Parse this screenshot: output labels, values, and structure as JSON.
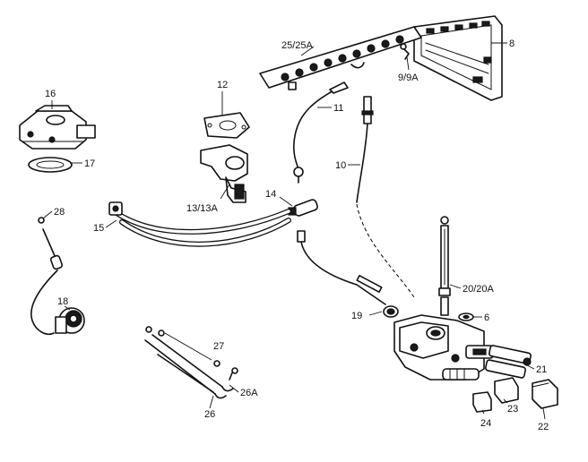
{
  "callouts": [
    {
      "id": "c8",
      "text": "8"
    },
    {
      "id": "c25",
      "text": "25/25A"
    },
    {
      "id": "c9",
      "text": "9/9A"
    },
    {
      "id": "c16",
      "text": "16"
    },
    {
      "id": "c12",
      "text": "12"
    },
    {
      "id": "c11",
      "text": "11"
    },
    {
      "id": "c17",
      "text": "17"
    },
    {
      "id": "c10",
      "text": "10"
    },
    {
      "id": "c13",
      "text": "13/13A"
    },
    {
      "id": "c14",
      "text": "14"
    },
    {
      "id": "c28",
      "text": "28"
    },
    {
      "id": "c15",
      "text": "15"
    },
    {
      "id": "c18",
      "text": "18"
    },
    {
      "id": "c20",
      "text": "20/20A"
    },
    {
      "id": "c19",
      "text": "19"
    },
    {
      "id": "c6",
      "text": "6"
    },
    {
      "id": "c27",
      "text": "27"
    },
    {
      "id": "c21",
      "text": "21"
    },
    {
      "id": "c26a",
      "text": "26A"
    },
    {
      "id": "c26",
      "text": "26"
    },
    {
      "id": "c23",
      "text": "23"
    },
    {
      "id": "c24",
      "text": "24"
    },
    {
      "id": "c22",
      "text": "22"
    }
  ]
}
